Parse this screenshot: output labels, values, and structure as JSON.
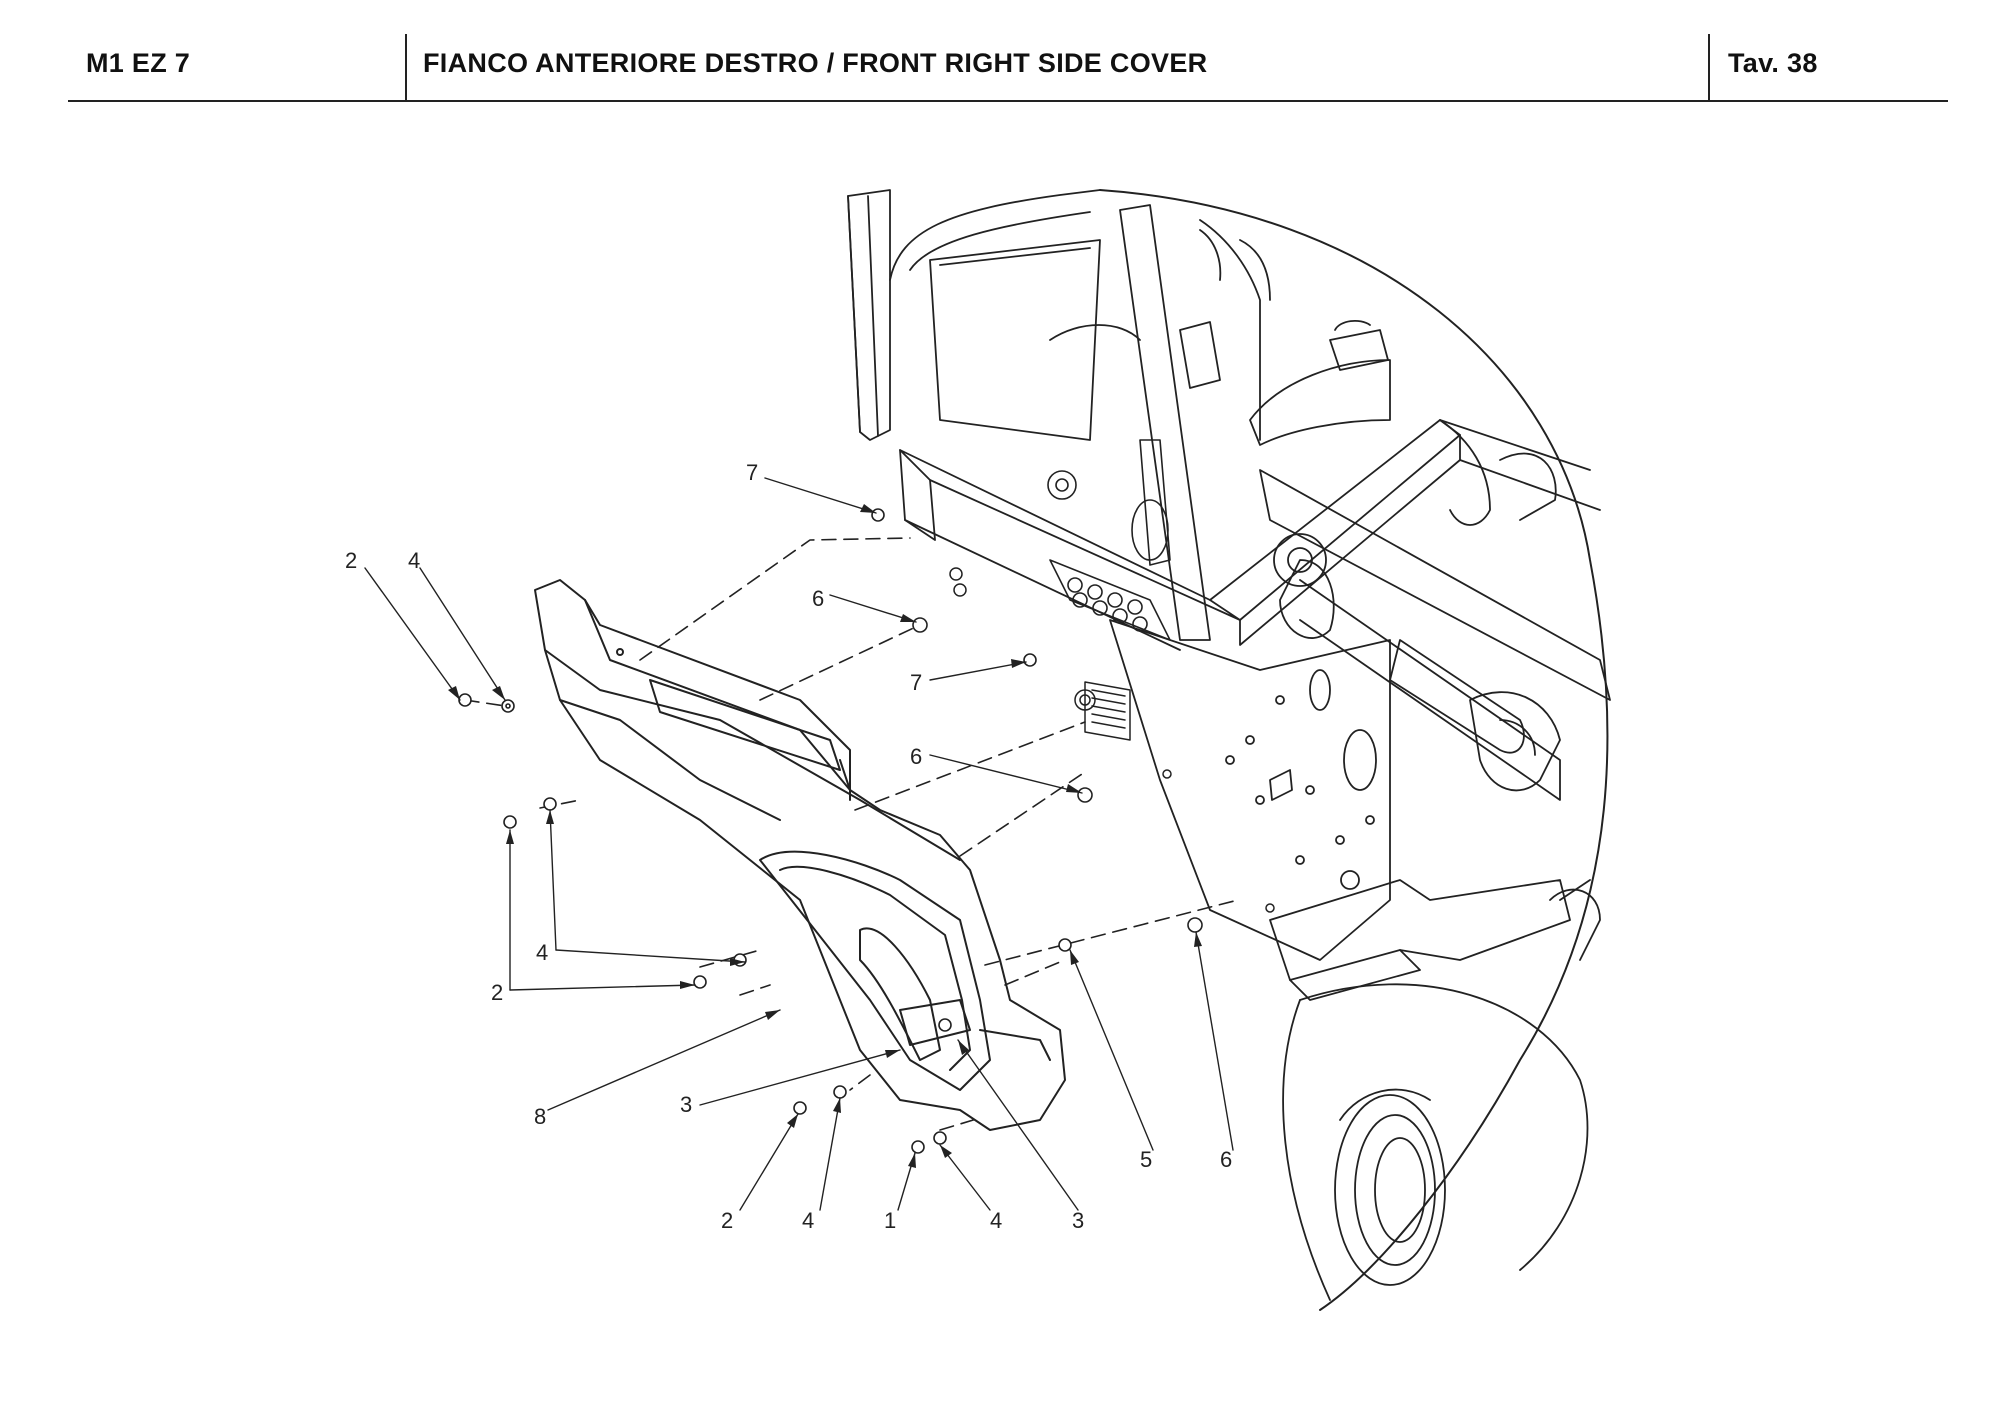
{
  "header": {
    "model_code": "M1 EZ 7",
    "title": "FIANCO ANTERIORE DESTRO / FRONT RIGHT SIDE COVER",
    "table_ref": "Tav.  38"
  },
  "callouts": [
    {
      "id": "c-2-topleft",
      "label": "2"
    },
    {
      "id": "c-4-topleft",
      "label": "4"
    },
    {
      "id": "c-7-top",
      "label": "7"
    },
    {
      "id": "c-6-top",
      "label": "6"
    },
    {
      "id": "c-7-mid",
      "label": "7"
    },
    {
      "id": "c-6-mid",
      "label": "6"
    },
    {
      "id": "c-4-left",
      "label": "4"
    },
    {
      "id": "c-2-left",
      "label": "2"
    },
    {
      "id": "c-8",
      "label": "8"
    },
    {
      "id": "c-3-left",
      "label": "3"
    },
    {
      "id": "c-2-bottom",
      "label": "2"
    },
    {
      "id": "c-4-bottom",
      "label": "4"
    },
    {
      "id": "c-1",
      "label": "1"
    },
    {
      "id": "c-4-bottom-right",
      "label": "4"
    },
    {
      "id": "c-3-bottom",
      "label": "3"
    },
    {
      "id": "c-5",
      "label": "5"
    },
    {
      "id": "c-6-bottom",
      "label": "6"
    }
  ]
}
